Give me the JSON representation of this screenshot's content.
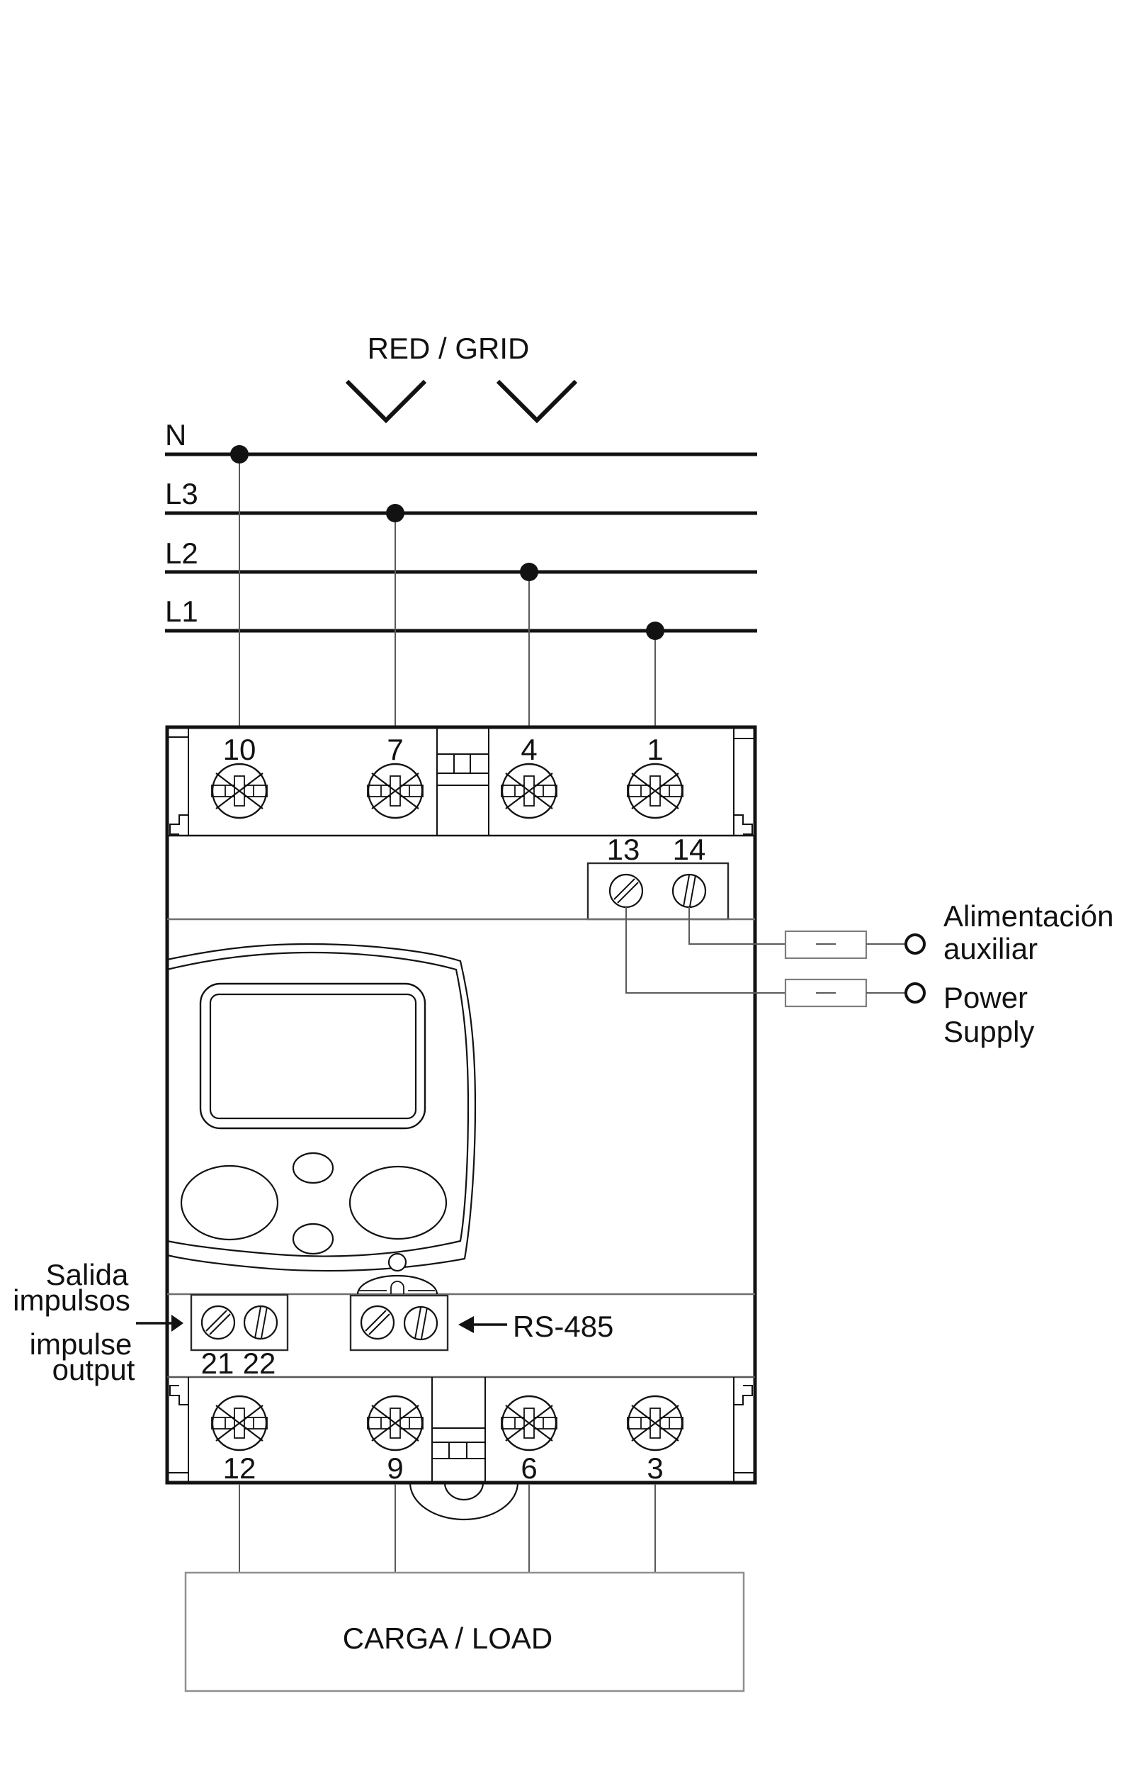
{
  "diagram": {
    "title": "RED / GRID",
    "load_label": "CARGA / LOAD",
    "rs485_label": "RS-485",
    "bus": [
      "N",
      "L3",
      "L2",
      "L1"
    ],
    "top_terminals": [
      "10",
      "7",
      "4",
      "1"
    ],
    "aux_terminals": [
      "13",
      "14"
    ],
    "impulse_terminals": [
      "21",
      "22"
    ],
    "bottom_terminals": [
      "12",
      "9",
      "6",
      "3"
    ],
    "aux_supply": {
      "es": [
        "Alimentación",
        "auxiliar"
      ],
      "en": [
        "Power",
        "Supply"
      ]
    },
    "impulse_output": {
      "es": [
        "Salida",
        "impulsos"
      ],
      "en": [
        "impulse",
        "output"
      ]
    },
    "connections": [
      {
        "bus": "N",
        "terminal": "10"
      },
      {
        "bus": "L3",
        "terminal": "7"
      },
      {
        "bus": "L2",
        "terminal": "4"
      },
      {
        "bus": "L1",
        "terminal": "1"
      }
    ],
    "colors": {
      "ink": "#121212",
      "wire": "#5a5a5a",
      "muted": "#7d7d7d",
      "background": "#ffffff"
    }
  }
}
